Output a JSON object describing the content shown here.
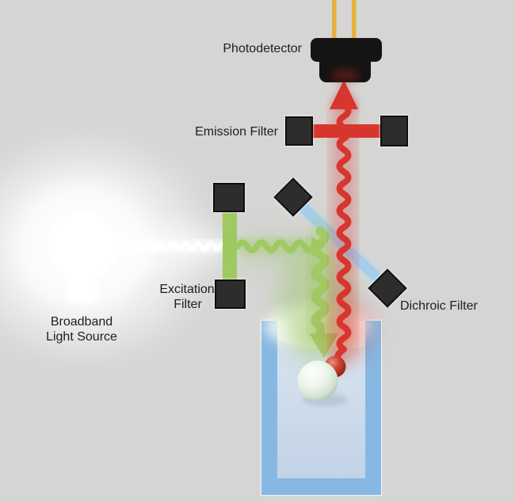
{
  "labels": {
    "photodetector": "Photodetector",
    "emission_filter": "Emission Filter",
    "excitation_filter": {
      "line1": "Excitation",
      "line2": "Filter"
    },
    "dichroic_filter": "Dichroic Filter",
    "broadband_light_source": {
      "line1": "Broadband",
      "line2": "Light Source"
    }
  },
  "colors": {
    "background": "#d5d5d4",
    "label_text": "#1e1e1e",
    "filter_block": "#2d2d2d",
    "red_beam": "#d7362f",
    "green_beam": "#9fc961",
    "blue_beam": "#a6cde9",
    "white_beam": "#ffffff",
    "wire_yellow": "#e3b23d",
    "detector_black": "#141414",
    "cuvette_wall": "#87b8e3",
    "cuvette_liquid": "#c9d9e9",
    "sample_sphere": "#dcead9",
    "fluorophore_sphere": "#b5352a"
  }
}
